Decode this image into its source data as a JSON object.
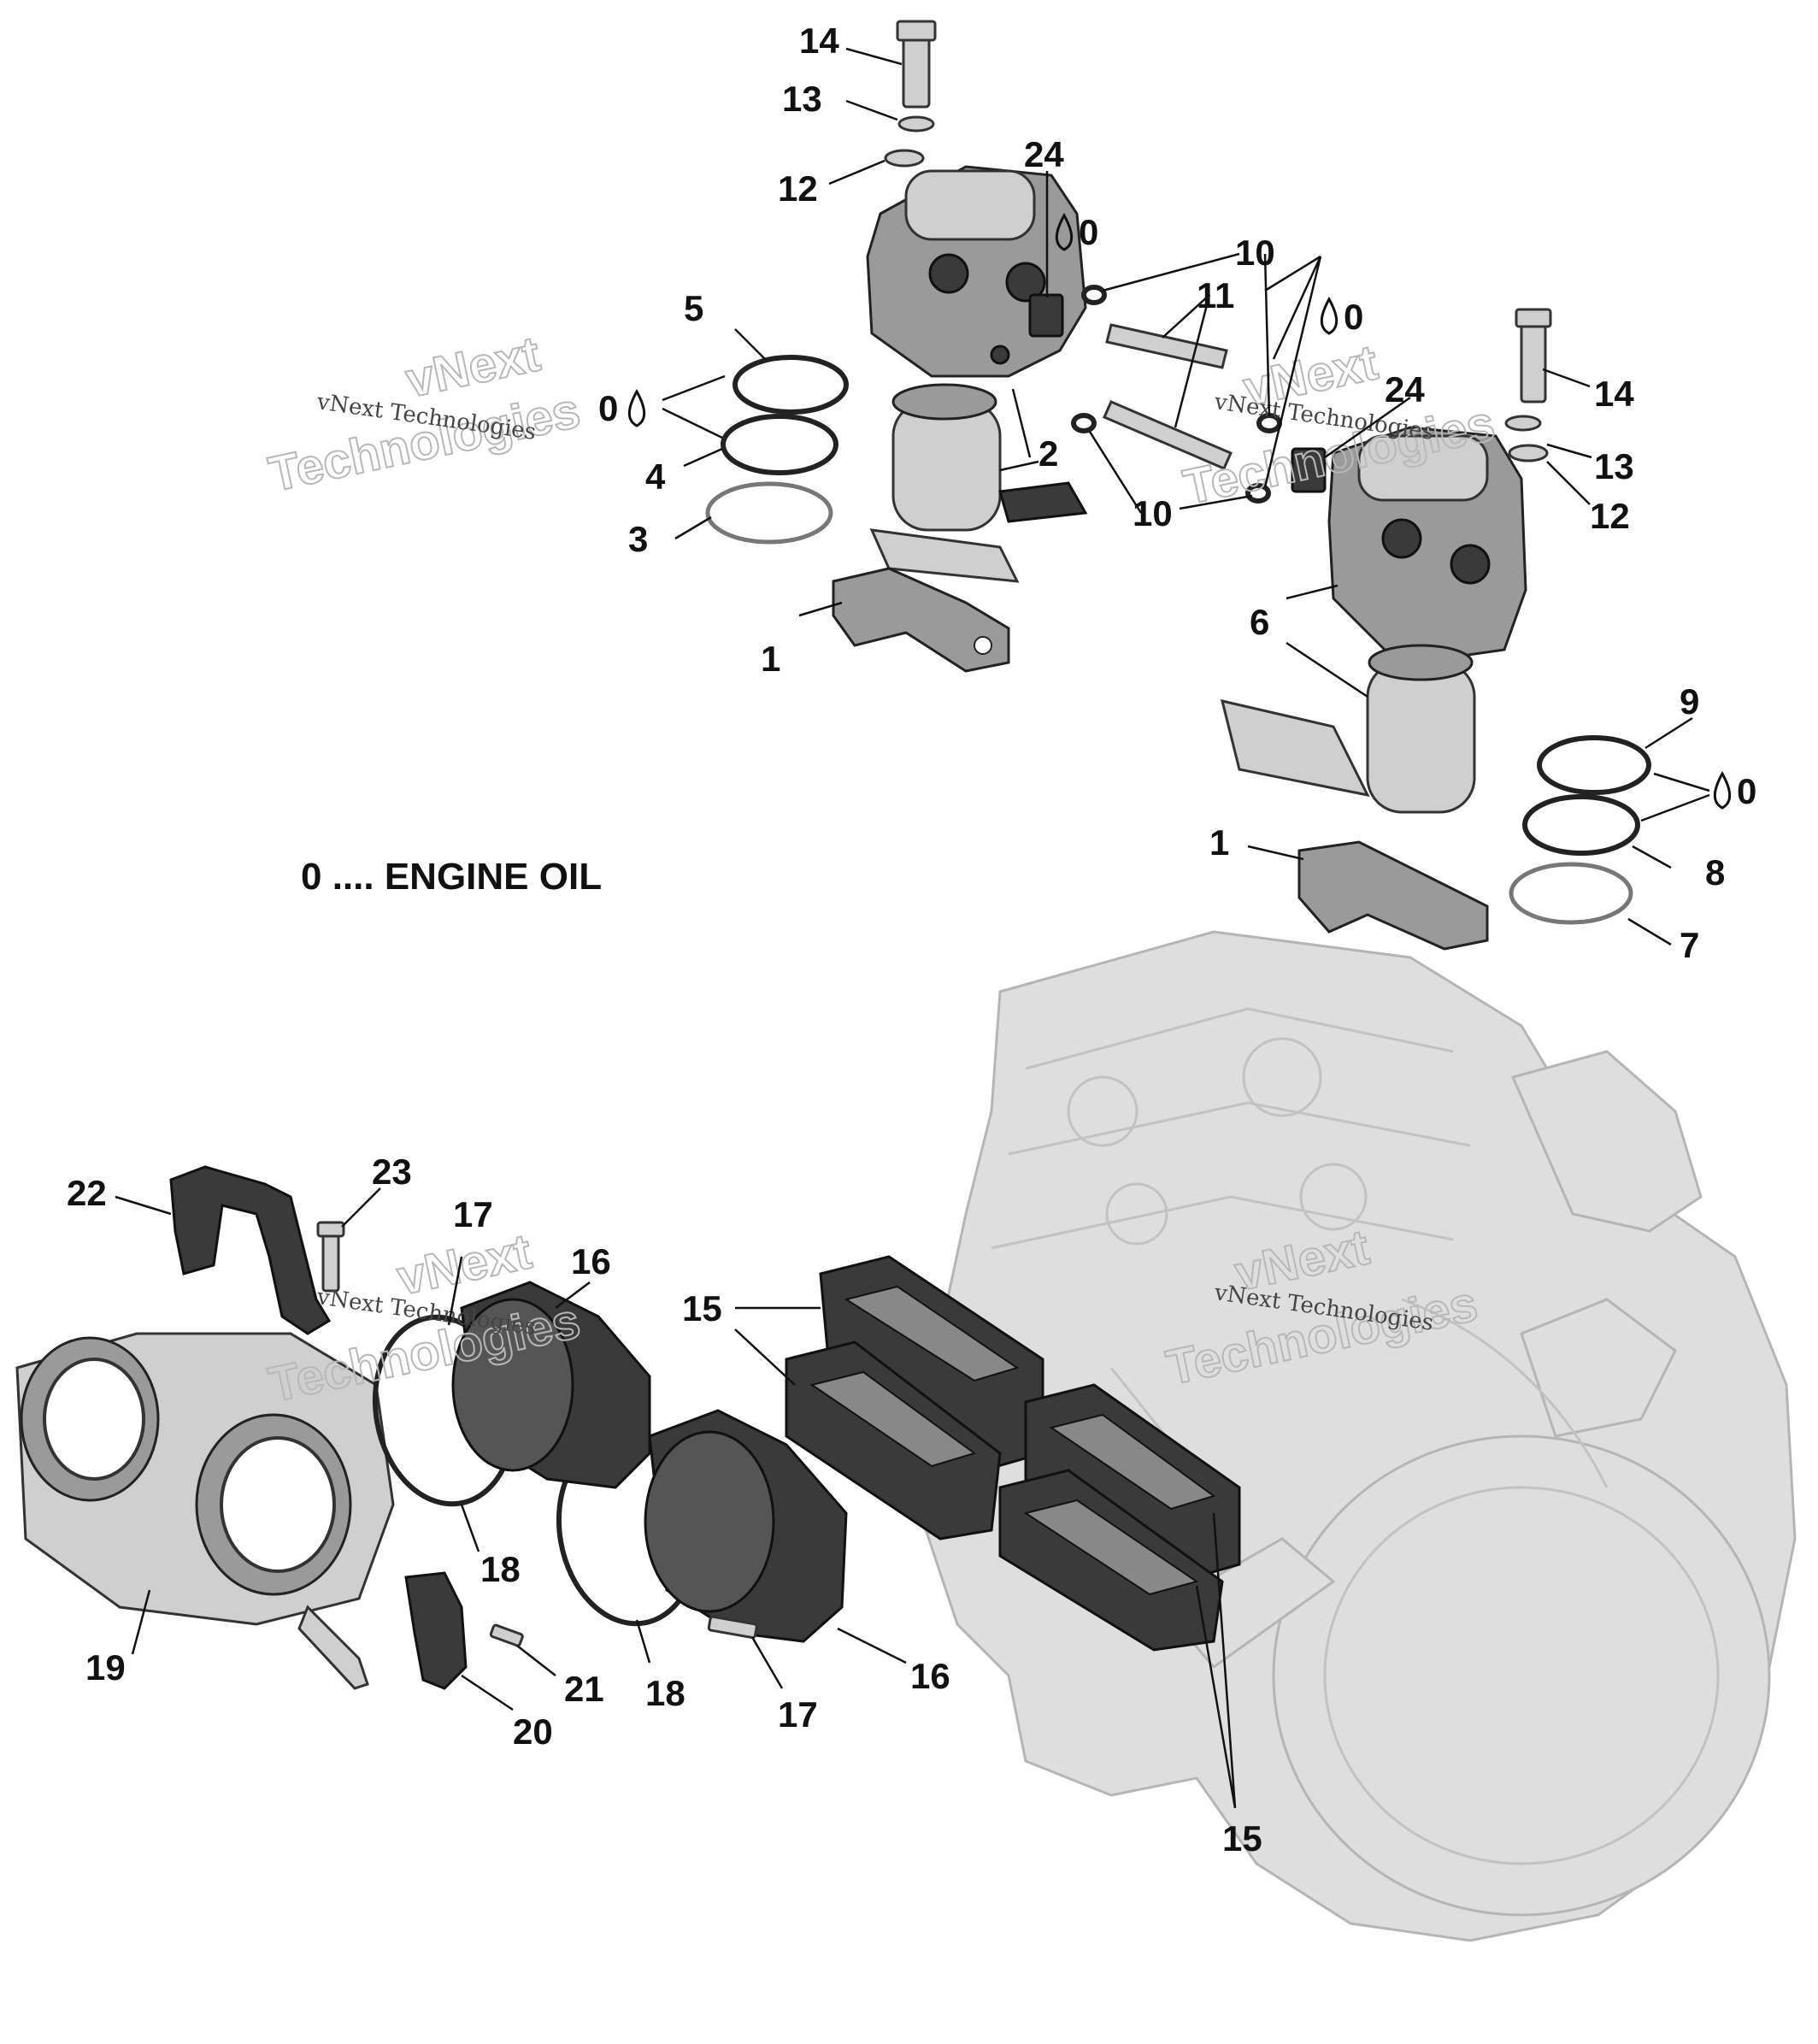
{
  "callouts": [
    {
      "id": "c14a",
      "text": "14"
    },
    {
      "id": "c13a",
      "text": "13"
    },
    {
      "id": "c12a",
      "text": "12"
    },
    {
      "id": "c24a",
      "text": "24"
    },
    {
      "id": "c10a",
      "text": "10"
    },
    {
      "id": "c11",
      "text": "11"
    },
    {
      "id": "c5",
      "text": "5"
    },
    {
      "id": "c4",
      "text": "4"
    },
    {
      "id": "c3",
      "text": "3"
    },
    {
      "id": "c2",
      "text": "2"
    },
    {
      "id": "c1a",
      "text": "1"
    },
    {
      "id": "c10b",
      "text": "10"
    },
    {
      "id": "c24b",
      "text": "24"
    },
    {
      "id": "c14b",
      "text": "14"
    },
    {
      "id": "c13b",
      "text": "13"
    },
    {
      "id": "c12b",
      "text": "12"
    },
    {
      "id": "c6",
      "text": "6"
    },
    {
      "id": "c9",
      "text": "9"
    },
    {
      "id": "c8",
      "text": "8"
    },
    {
      "id": "c7",
      "text": "7"
    },
    {
      "id": "c1b",
      "text": "1"
    },
    {
      "id": "c22",
      "text": "22"
    },
    {
      "id": "c23",
      "text": "23"
    },
    {
      "id": "c17a",
      "text": "17"
    },
    {
      "id": "c16a",
      "text": "16"
    },
    {
      "id": "c15a",
      "text": "15"
    },
    {
      "id": "c18a",
      "text": "18"
    },
    {
      "id": "c19",
      "text": "19"
    },
    {
      "id": "c18b",
      "text": "18"
    },
    {
      "id": "c20",
      "text": "20"
    },
    {
      "id": "c21",
      "text": "21"
    },
    {
      "id": "c17b",
      "text": "17"
    },
    {
      "id": "c16b",
      "text": "16"
    },
    {
      "id": "c15b",
      "text": "15"
    }
  ],
  "lubricant_marks": [
    {
      "id": "oil1",
      "text": "0"
    },
    {
      "id": "oil2",
      "text": "0"
    },
    {
      "id": "oil3",
      "text": "0"
    },
    {
      "id": "oil4",
      "text": "0"
    }
  ],
  "legend_note": "0 .... ENGINE OIL",
  "watermarks": {
    "small": "vNext Technologies",
    "big_line1": "vNext",
    "big_line2": "Technologies"
  },
  "colors": {
    "line": "#111111",
    "part": "#9a9a9a",
    "engine": "#dedede",
    "watermark": "#b8b8b8"
  }
}
